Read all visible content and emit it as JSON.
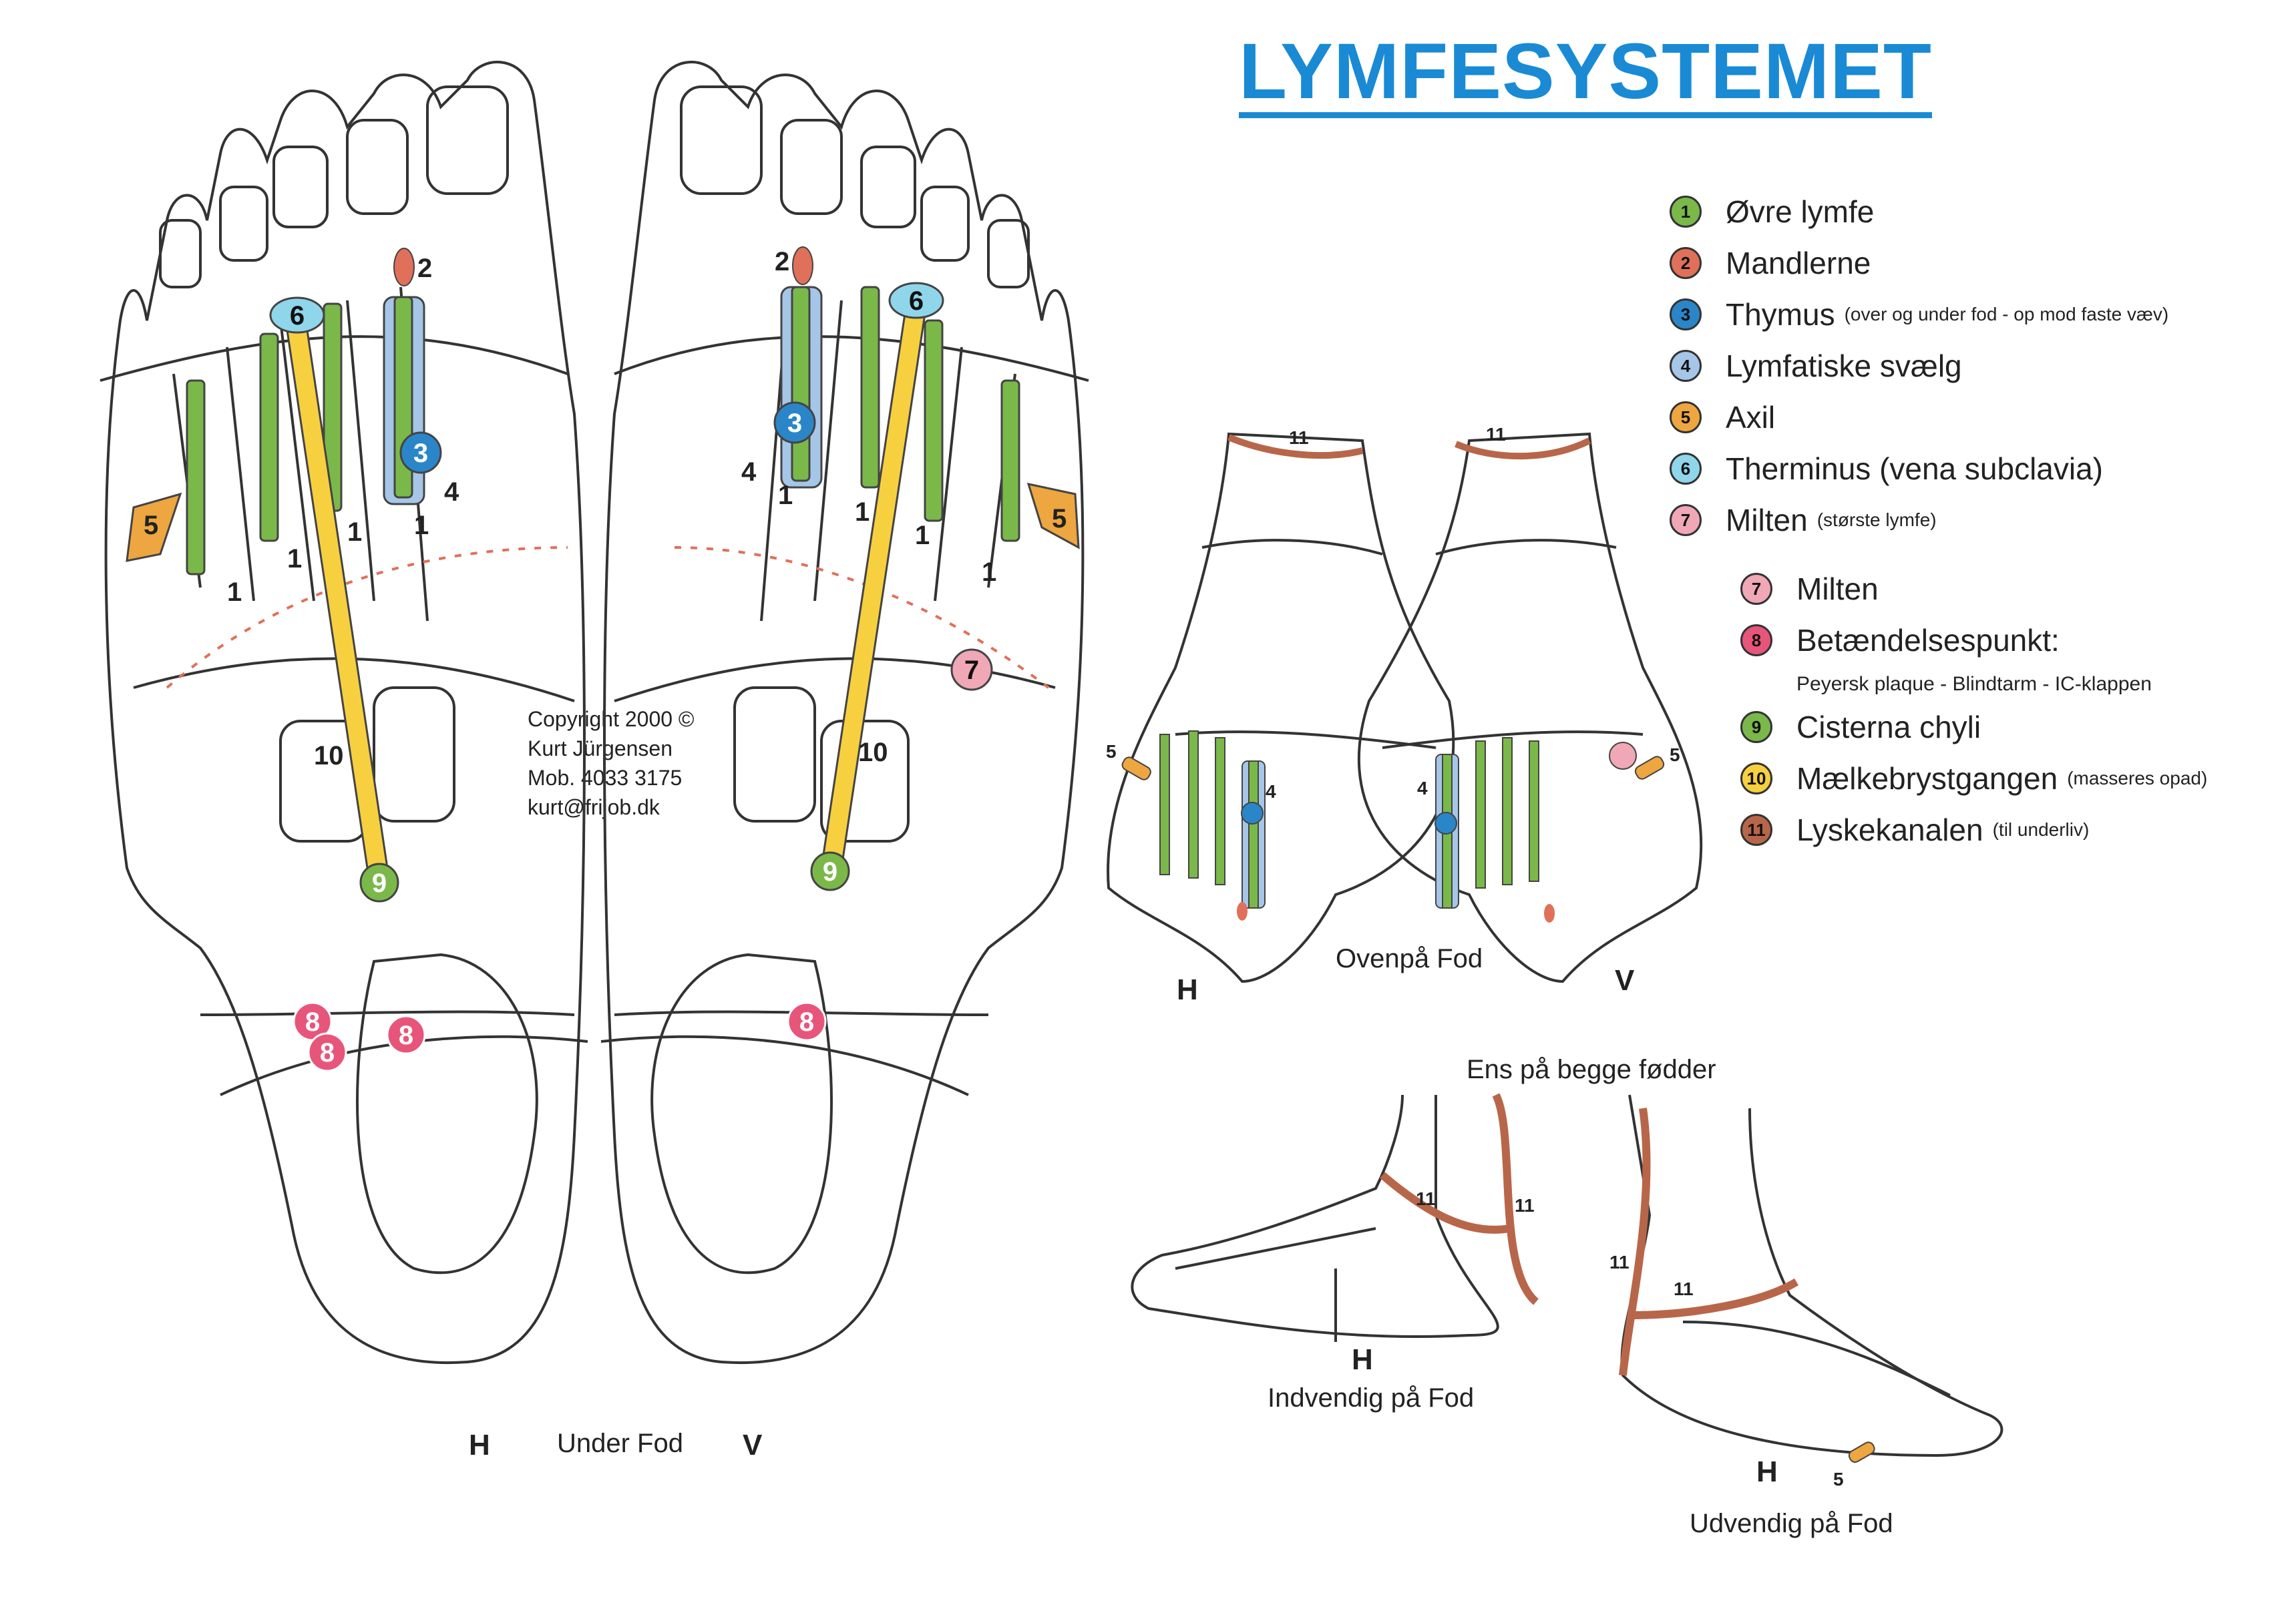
{
  "title": "LYMFESYSTEMET",
  "colors": {
    "green": "#7bb84a",
    "red": "#e0705a",
    "blue": "#2a86c8",
    "lightblue": "#a6c6e8",
    "orange": "#eea640",
    "cyan": "#8fd6ea",
    "pink": "#f0a8b6",
    "magenta": "#e8557a",
    "yellow": "#f7d040",
    "brown": "#b8664a",
    "title": "#1a8ad4"
  },
  "legend": [
    {
      "num": "1",
      "label": "Øvre lymfe",
      "note": "",
      "color": "#7bb84a"
    },
    {
      "num": "2",
      "label": "Mandlerne",
      "note": "",
      "color": "#e0705a"
    },
    {
      "num": "3",
      "label": "Thymus",
      "note": "(over og under fod - op mod faste væv)",
      "color": "#2a86c8"
    },
    {
      "num": "4",
      "label": "Lymfatiske svælg",
      "note": "",
      "color": "#a6c6e8"
    },
    {
      "num": "5",
      "label": "Axil",
      "note": "",
      "color": "#eea640"
    },
    {
      "num": "6",
      "label": "Therminus (vena subclavia)",
      "note": "",
      "color": "#8fd6ea"
    },
    {
      "num": "7",
      "label": "Milten",
      "note": "(største lymfe)",
      "color": "#f0a8b6"
    }
  ],
  "legend2": [
    {
      "num": "7",
      "label": "Milten",
      "note": "",
      "color": "#f0a8b6"
    },
    {
      "num": "8",
      "label": "Betændelsespunkt:",
      "note": "",
      "color": "#e8557a"
    },
    {
      "num": "9",
      "label": "Cisterna chyli",
      "note": "",
      "color": "#7bb84a"
    },
    {
      "num": "10",
      "label": "Mælkebrystgangen",
      "note": "(masseres opad)",
      "color": "#f7d040"
    },
    {
      "num": "11",
      "label": "Lyskekanalen",
      "note": "(til underliv)",
      "color": "#b8664a"
    }
  ],
  "legend_sub": "Peyersk plaque  -  Blindtarm  -  IC-klappen",
  "copyright": [
    "Copyright 2000 ©",
    "Kurt Jürgensen",
    "Mob. 4033 3175",
    "kurt@frijob.dk"
  ],
  "captions": {
    "under_fod": "Under Fod",
    "under_h": "H",
    "under_v": "V",
    "ovenpaa": "Ovenpå Fod",
    "oven_h": "H",
    "oven_v": "V",
    "ens": "Ens på begge fødder",
    "indvendig": "Indvendig på Fod",
    "indv_h": "H",
    "udvendig": "Udvendig på Fod",
    "udv_h": "H"
  },
  "markers": {
    "n1": "1",
    "n2": "2",
    "n3": "3",
    "n4": "4",
    "n5": "5",
    "n6": "6",
    "n7": "7",
    "n8": "8",
    "n9": "9",
    "n10": "10",
    "n11": "11"
  }
}
